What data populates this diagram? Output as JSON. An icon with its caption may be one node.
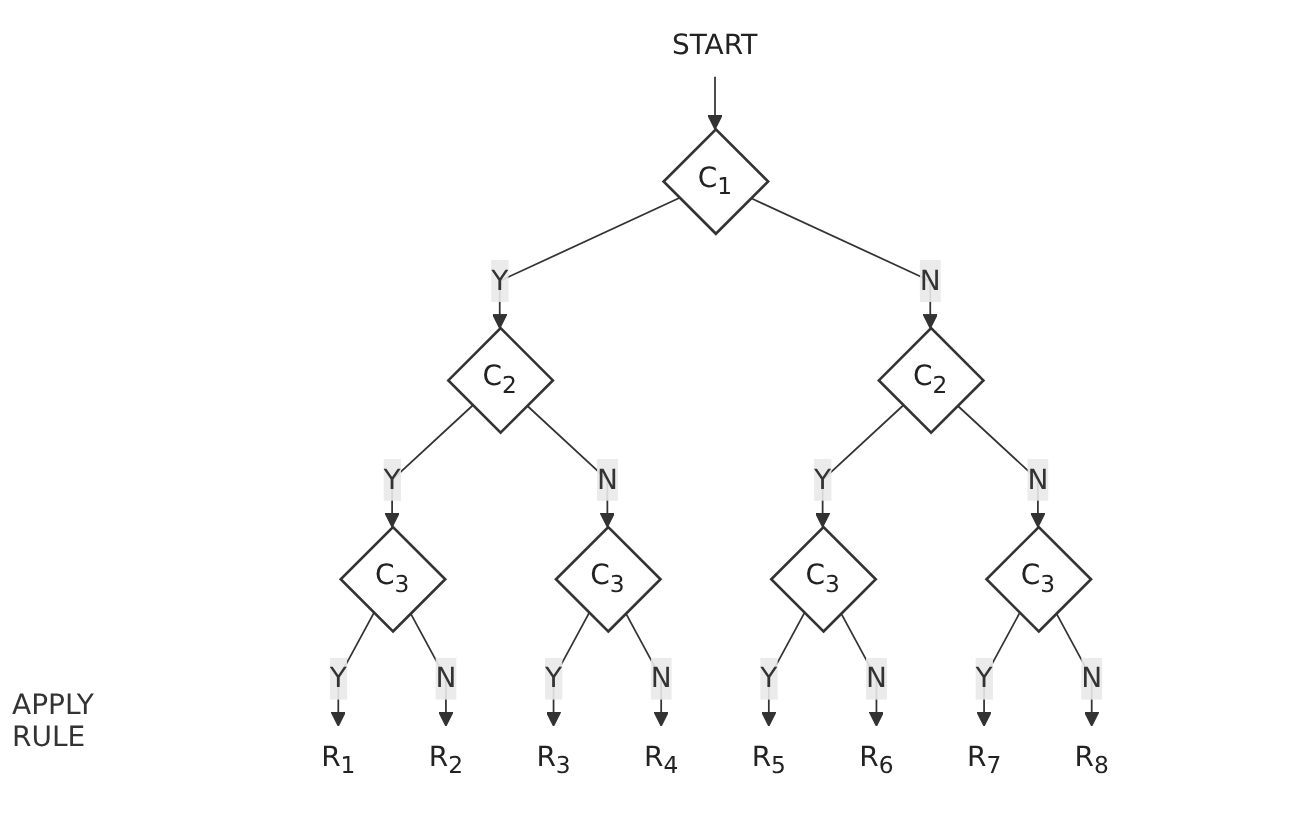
{
  "diagram": {
    "nodes": [
      {
        "text": [
          "START"
        ]
      },
      {
        "text": [
          "C$_{1}$"
        ]
      },
      {
        "text": [
          "C$_{2}$"
        ]
      },
      {
        "text": [
          "C$_{2}$"
        ]
      },
      {
        "text": [
          "C$_{3}$"
        ]
      },
      {
        "text": [
          "C$_{3}$"
        ]
      },
      {
        "text": [
          "C$_{3}$"
        ]
      },
      {
        "text": [
          "C$_{3}$"
        ]
      },
      {
        "text": [
          "R$_{1}$"
        ]
      },
      {
        "text": [
          "R$_{2}$"
        ]
      },
      {
        "text": [
          "R$_{3}$"
        ]
      },
      {
        "text": [
          "R$_{4}$"
        ]
      },
      {
        "text": [
          "R$_{5}$"
        ]
      },
      {
        "text": [
          "R$_{6}$"
        ]
      },
      {
        "text": [
          "R$_{7}$"
        ]
      },
      {
        "text": [
          "R$_{8}$"
        ]
      }
    ],
    "edges": [
      {
        "from": 0,
        "to": 1,
        "arrow": "to"
      },
      {
        "from": 1,
        "to": 2,
        "arrow": "to",
        "label": "Y"
      },
      {
        "from": 1,
        "to": 3,
        "arrow": "to",
        "label": "N"
      },
      {
        "from": 2,
        "to": 4,
        "arrow": "to",
        "label": "Y"
      },
      {
        "from": 2,
        "to": 5,
        "arrow": "to",
        "label": "N"
      },
      {
        "from": 3,
        "to": 6,
        "arrow": "to",
        "label": "Y"
      },
      {
        "from": 3,
        "to": 7,
        "arrow": "to",
        "label": "N"
      },
      {
        "from": 4,
        "to": 8,
        "arrow": "to",
        "label": "Y"
      },
      {
        "from": 4,
        "to": 9,
        "arrow": "to",
        "label": "N"
      },
      {
        "from": 5,
        "to": 10,
        "arrow": "to",
        "label": "Y"
      },
      {
        "from": 5,
        "to": 11,
        "arrow": "to",
        "label": "N"
      },
      {
        "from": 6,
        "to": 12,
        "arrow": "to",
        "label": "Y"
      },
      {
        "from": 6,
        "to": 13,
        "arrow": "to",
        "label": "N"
      },
      {
        "from": 7,
        "to": 14,
        "arrow": "to",
        "label": "Y"
      },
      {
        "from": 7,
        "to": 15,
        "arrow": "to",
        "label": "N"
      }
    ],
    "labels": [
      "APPLY RULE"
    ]
  }
}
